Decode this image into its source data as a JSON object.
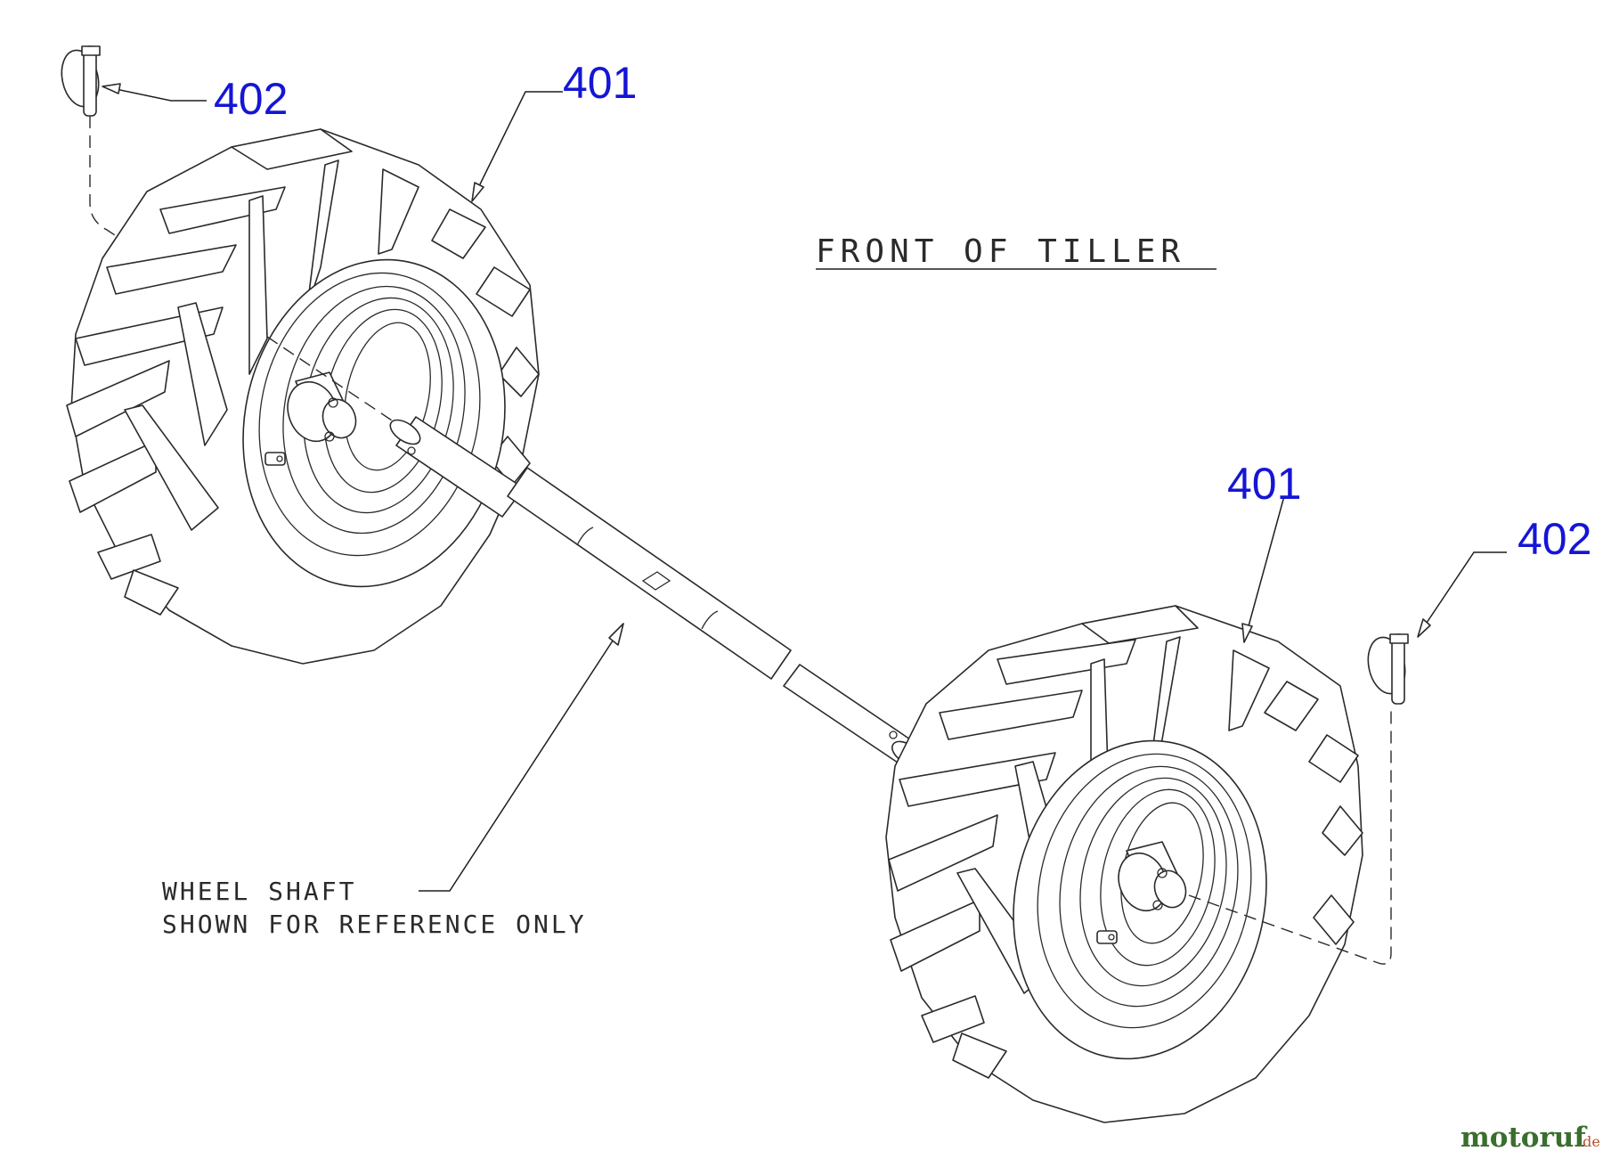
{
  "labels": {
    "front_of_tiller": "FRONT OF TILLER",
    "wheel_shaft_line1": "WHEEL SHAFT",
    "wheel_shaft_line2": "SHOWN FOR REFERENCE ONLY"
  },
  "callouts": {
    "top_left_pin": "402",
    "top_left_wheel": "401",
    "right_wheel": "401",
    "right_pin": "402"
  },
  "watermark": {
    "text": "motoruf",
    "suffix": ".de"
  },
  "colors": {
    "callout": "#1515d6",
    "line": "#2a2a2a",
    "watermark_a": "#3a6e2e",
    "watermark_b": "#b5522c"
  }
}
